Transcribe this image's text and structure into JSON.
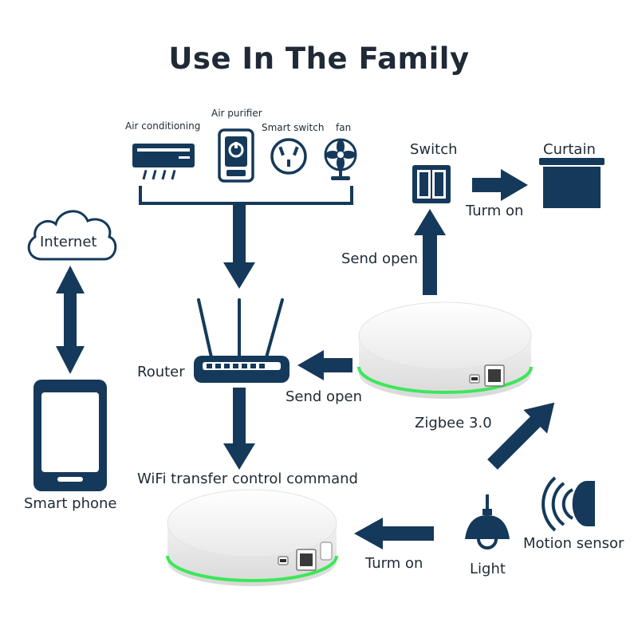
{
  "title": "Use In The Family",
  "appliances": {
    "air_conditioning": "Air conditioning",
    "air_purifier": "Air purifier",
    "smart_switch": "Smart switch",
    "fan": "fan"
  },
  "labels": {
    "internet": "Internet",
    "smart_phone": "Smart phone",
    "router": "Router",
    "switch": "Switch",
    "curtain": "Curtain",
    "turn_on_curtain": "Turm on",
    "send_open_up": "Send open",
    "send_open_left": "Send open",
    "zigbee": "Zigbee 3.0",
    "wifi_transfer": "WiFi transfer control command",
    "turn_on_bottom": "Turm on",
    "light": "Light",
    "motion_sensor": "Motion sensor"
  },
  "colors": {
    "navy": "#15395a",
    "green_glow": "#3ee65a",
    "hub_white": "#f4f4f4"
  }
}
